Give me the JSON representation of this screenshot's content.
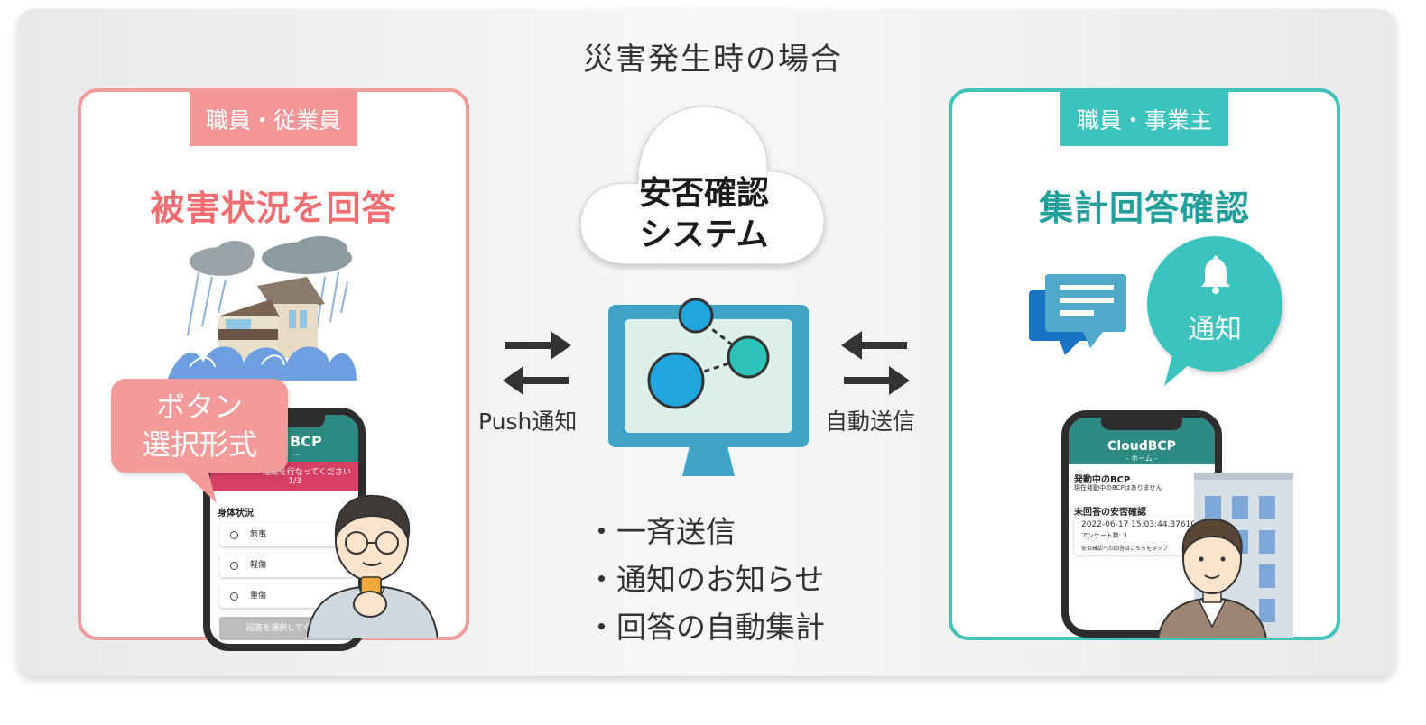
{
  "title": "災害発生時の場合",
  "left_panel": {
    "role": "職員・従業員",
    "heading": "被害状況を回答",
    "bubble_line1": "ボタン",
    "bubble_line2": "選択形式",
    "phone": {
      "app_name": "BCP",
      "subheader": "…",
      "banner_line1": "確認を行なってください",
      "banner_line2": "1/3",
      "section": "身体状況",
      "options": [
        "無事",
        "軽傷",
        "重傷"
      ],
      "submit": "回答を選択してくだ"
    }
  },
  "center": {
    "cloud_line1": "安否確認",
    "cloud_line2": "システム",
    "left_arrow_label": "Push通知",
    "right_arrow_label": "自動送信",
    "features": [
      "・一斉送信",
      "・通知のお知らせ",
      "・回答の自動集計"
    ]
  },
  "right_panel": {
    "role": "職員・事業主",
    "heading": "集計回答確認",
    "notify_label": "通知",
    "phone": {
      "app_name": "CloudBCP",
      "subheader": "- ホーム -",
      "active_title": "発動中のBCP",
      "active_text": "現在発動中のBCPはありません",
      "pending_title": "未回答の安否確認",
      "pending_date": "2022-06-17 15:03:44.376105Z",
      "pending_count": "アンケート数: 3",
      "pending_hint": "安否確認への回答はこちらをタップ"
    }
  },
  "colors": {
    "pink": "#f39a9b",
    "pink_dark": "#f06e72",
    "teal": "#3cc3bd",
    "teal_dark": "#239f9b",
    "monitor_blue": "#3fa3c6",
    "node_blue": "#1fa6de",
    "node_teal": "#2dc3b8"
  }
}
